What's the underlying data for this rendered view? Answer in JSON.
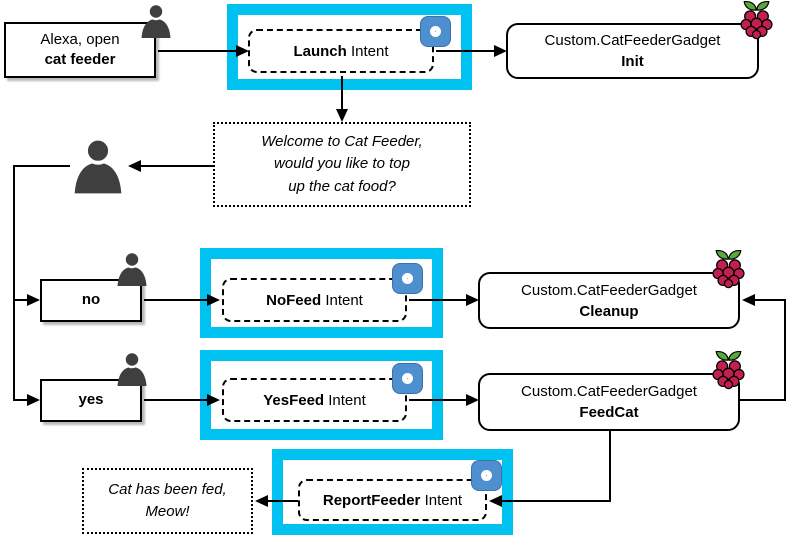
{
  "nodes": {
    "utterance_open": {
      "line1": "Alexa, open",
      "line2": "cat feeder"
    },
    "launch_intent": {
      "name": "Launch",
      "suffix": " Intent"
    },
    "gadget_init": {
      "line1": "Custom.CatFeederGadget",
      "line2": "Init"
    },
    "welcome_prompt": {
      "line1": "Welcome to Cat Feeder,",
      "line2": "would you like to top",
      "line3": "up the cat food?"
    },
    "answer_no": {
      "label": "no"
    },
    "answer_yes": {
      "label": "yes"
    },
    "nofeed_intent": {
      "name": "NoFeed",
      "suffix": " Intent"
    },
    "yesfeed_intent": {
      "name": "YesFeed",
      "suffix": " Intent"
    },
    "gadget_cleanup": {
      "line1": "Custom.CatFeederGadget",
      "line2": "Cleanup"
    },
    "gadget_feedcat": {
      "line1": "Custom.CatFeederGadget",
      "line2": "FeedCat"
    },
    "reportfeeder_intent": {
      "name": "ReportFeeder",
      "suffix": " Intent"
    },
    "fed_response": {
      "line1": "Cat has been fed,",
      "line2": "Meow!"
    }
  },
  "icons": {
    "person": "user-silhouette",
    "alexa_badge": "alexa-skill-ring",
    "raspberry_pi": "raspberry-pi-logo"
  },
  "colors": {
    "alexa_frame_cyan": "#00C2F0",
    "alexa_badge_blue": "#4E90CF",
    "raspberry_red": "#C32050",
    "leaf_green": "#59A838",
    "person_gray": "#3F3F3F",
    "line_black": "#000000"
  }
}
